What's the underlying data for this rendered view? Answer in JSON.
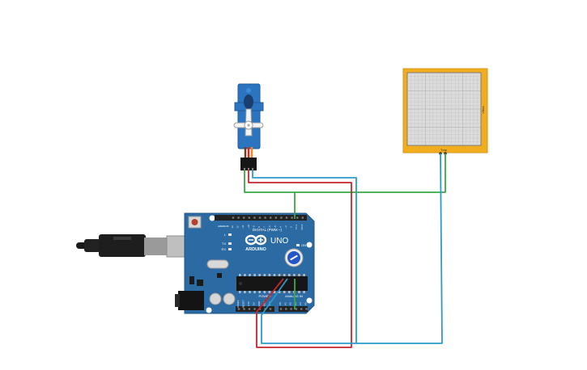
{
  "colors": {
    "board_blue": "#2b6aa3",
    "board_dark": "#1f5585",
    "wire_green": "#3aa845",
    "wire_red": "#c8262b",
    "wire_blue": "#2c9bc9",
    "sensor_frame": "#f1ad1e",
    "servo_blue": "#2a74c0"
  },
  "arduino": {
    "brand": "ARDUINO",
    "model": "UNO",
    "digital_header": "DIGITAL (PWM ~)",
    "analog_header": "ANALOG IN",
    "power_header": "POWER",
    "tx_label": "TX",
    "rx_label": "RX",
    "on_label": "ON",
    "l_label": "L",
    "aref": "AREF",
    "gnd": "GND",
    "digital_pins": [
      "13",
      "12",
      "~11",
      "~10",
      "~9",
      "8",
      "7",
      "~6",
      "~5",
      "4",
      "~3",
      "2",
      "TX 1",
      "RX 0"
    ],
    "power_pins": [
      "IOREF",
      "RESET",
      "3.3V",
      "5V",
      "GND",
      "GND",
      "VIN"
    ],
    "analog_pins": [
      "A0",
      "A1",
      "A2",
      "A3",
      "A4",
      "A5"
    ]
  },
  "sensor": {
    "bottom_label": "Tmp",
    "side_label": "Vibra"
  },
  "icons": {
    "usb": "usb-plug-icon",
    "servo": "servo-motor-icon",
    "sensor": "sensor-grid-icon",
    "potentiometer": "potentiometer-knob-icon"
  }
}
